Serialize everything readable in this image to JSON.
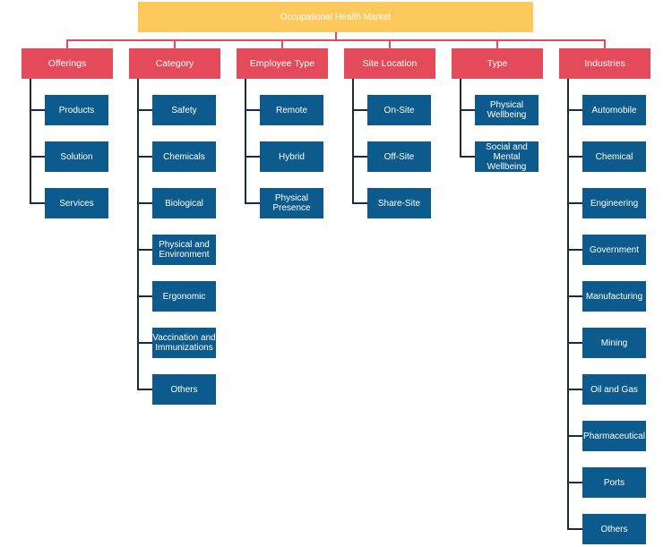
{
  "root": {
    "label": "Occupational Health Market"
  },
  "branches": [
    {
      "label": "Offerings",
      "items": [
        "Products",
        "Solution",
        "Services"
      ]
    },
    {
      "label": "Category",
      "items": [
        "Safety",
        "Chemicals",
        "Biological",
        "Physical and\nEnvironment",
        "Ergonomic",
        "Vaccination and\nImmunizations",
        "Others"
      ]
    },
    {
      "label": "Employee Type",
      "items": [
        "Remote",
        "Hybrid",
        "Physical\nPresence"
      ]
    },
    {
      "label": "Site Location",
      "items": [
        "On-Site",
        "Off-Site",
        "Share-Site"
      ]
    },
    {
      "label": "Type",
      "items": [
        "Physical\nWellbeing",
        "Social and\nMental\nWellbeing"
      ]
    },
    {
      "label": "Industries",
      "items": [
        "Automobile",
        "Chemical",
        "Engineering",
        "Government",
        "Manufacturing",
        "Mining",
        "Oil and Gas",
        "Pharmaceutical",
        "Ports",
        "Others"
      ]
    }
  ],
  "colors": {
    "root": "#fdc95c",
    "branch": "#e34b5b",
    "leaf": "#0d5a8c",
    "connector": "#1a2b49"
  }
}
